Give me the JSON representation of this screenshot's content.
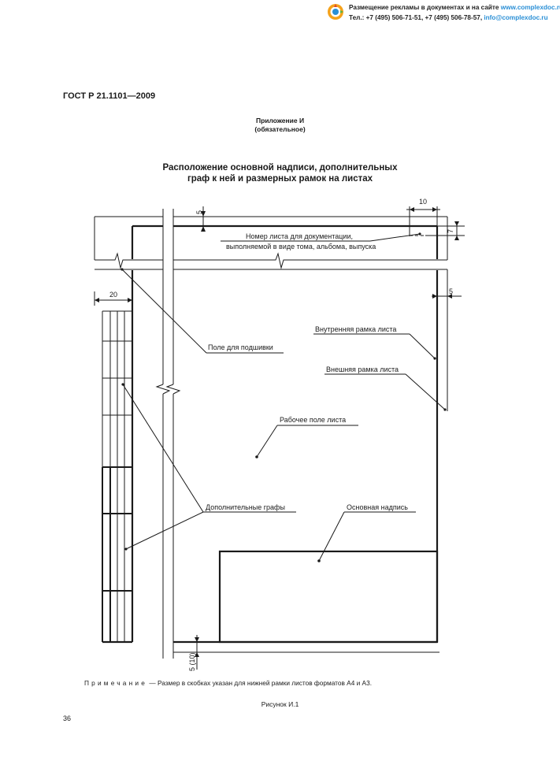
{
  "ad": {
    "line1_text": "Размещение рекламы в документах и на сайте ",
    "line1_link": "www.complexdoc.ru",
    "line2_text": "Тел.: +7 (495) 506-71-51, +7 (495) 506-78-57, ",
    "line2_link": "info@complexdoc.ru"
  },
  "header": {
    "standard": "ГОСТ Р 21.1101—2009"
  },
  "appendix": {
    "title": "Приложение И",
    "subtitle": "(обязательное)"
  },
  "figure_title": {
    "line1": "Расположение основной надписи, дополнительных",
    "line2": "граф к ней и размерных рамок на листах"
  },
  "figure": {
    "dims": {
      "top_width": "10",
      "top_margin": "5",
      "right_height": "7",
      "right_margin": "5",
      "left_strip": "20",
      "bottom_margin": "5 (10)"
    },
    "labels": {
      "sheet_number_1": "Номер листа  для  документации,",
      "sheet_number_2": "выполняемой в виде тома, альбома, выпуска",
      "binding_field": "Поле для подшивки",
      "inner_frame": "Внутренняя рамка листа",
      "outer_frame": "Внешняя рамка листа",
      "work_field": "Рабочее поле листа",
      "extra_columns": "Дополнительные графы",
      "title_block": "Основная надпись"
    }
  },
  "note": {
    "word": "Примечание",
    "text": "— Размер в скобках указан для нижней рамки листов форматов А4 и А3."
  },
  "caption": "Рисунок И.1",
  "page_number": "36"
}
